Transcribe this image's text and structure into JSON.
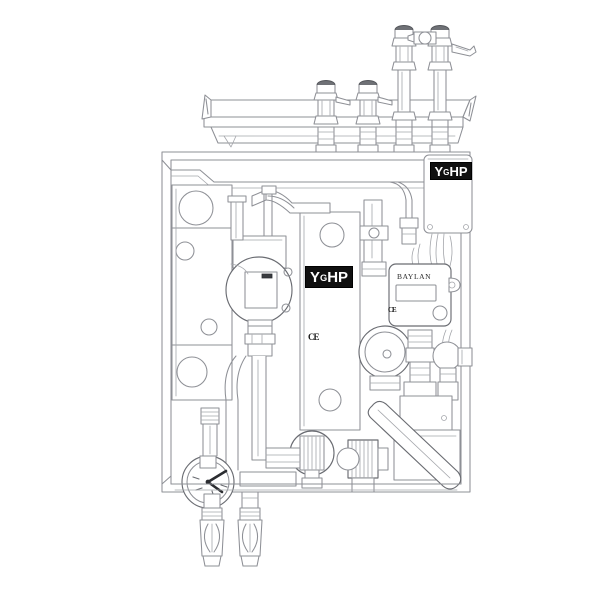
{
  "document": {
    "type": "technical-line-drawing",
    "subject": "YGHP wall-mounted hydraulic heat interface / boiler module",
    "view": "front elevation",
    "background_color": "#ffffff",
    "line_color": "#8e9096",
    "line_color_dark": "#5c5e63",
    "accent_color": "#101010"
  },
  "labels": {
    "brand_main": {
      "prefix": "Y",
      "subscript": "G",
      "suffix": "HP",
      "full": "YGHP",
      "position": "center front panel"
    },
    "brand_top": {
      "prefix": "Y",
      "subscript": "G",
      "suffix": "HP",
      "full": "YGHP",
      "position": "upper right control box"
    },
    "meter_brand": "BAYLAN",
    "ce_panel": "CE",
    "ce_meter": "CE"
  },
  "components": [
    {
      "id": "mounting-rail",
      "name": "Wall mounting rail / header bar",
      "count": 1
    },
    {
      "id": "manifold-valves",
      "name": "Manifold isolation valves",
      "count": 4
    },
    {
      "id": "tall-valve-stack",
      "name": "Tall riser valve assemblies",
      "count": 2
    },
    {
      "id": "angled-spout",
      "name": "Angled outlet spout",
      "count": 1
    },
    {
      "id": "chassis",
      "name": "Main chassis / back plate",
      "count": 1
    },
    {
      "id": "plate-heat-exchanger",
      "name": "Plate heat exchanger",
      "count": 1
    },
    {
      "id": "circulation-pump",
      "name": "Circulation pump",
      "count": 1
    },
    {
      "id": "control-box",
      "name": "Electrical control box",
      "count": 1
    },
    {
      "id": "flow-meter",
      "name": "BAYLAN flow meter with display",
      "count": 1
    },
    {
      "id": "expansion-flange",
      "name": "Expansion vessel flange",
      "count": 1
    },
    {
      "id": "pressure-gauge",
      "name": "Pressure gauge",
      "count": 1
    },
    {
      "id": "knurled-valve",
      "name": "Knurled adjustment valve",
      "count": 2
    },
    {
      "id": "insulated-pipe",
      "name": "Diagonal insulated pipe",
      "count": 1
    },
    {
      "id": "inlet-fittings",
      "name": "Lower inlet / outlet fittings",
      "count": 2
    },
    {
      "id": "wiring-harness",
      "name": "Wiring harness bundle",
      "count": 1
    }
  ],
  "meter_display": {
    "screen_blank": true,
    "button_count": 2
  },
  "gauge": {
    "needle_angle_deg": 118,
    "dial_ticks": 4
  }
}
